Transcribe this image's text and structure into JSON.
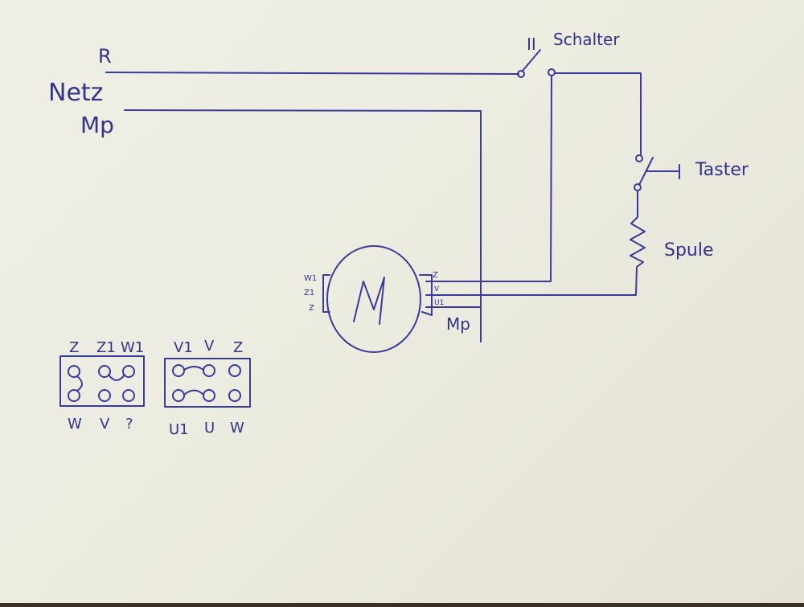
{
  "supply": {
    "label": "Netz",
    "phase": "R",
    "neutral": "Mp"
  },
  "switch": {
    "symbol": "II",
    "label": "Schalter"
  },
  "button": {
    "label": "Taster"
  },
  "coil": {
    "label": "Spule"
  },
  "motor": {
    "symbol": "M",
    "left_terminals": [
      "W1",
      "Z1",
      "Z"
    ],
    "right_terminals": [
      "Z",
      "V",
      "U1"
    ],
    "neutral_label": "Mp"
  },
  "terminal_boards": [
    {
      "top": [
        "Z",
        "Z1",
        "W1"
      ],
      "bottom": [
        "W",
        "V",
        "?"
      ]
    },
    {
      "top": [
        "V1",
        "V",
        "Z"
      ],
      "bottom": [
        "U1",
        "U",
        "W"
      ]
    }
  ],
  "colors": {
    "ink": "#3a3a9a",
    "paper": "#eeede3"
  }
}
